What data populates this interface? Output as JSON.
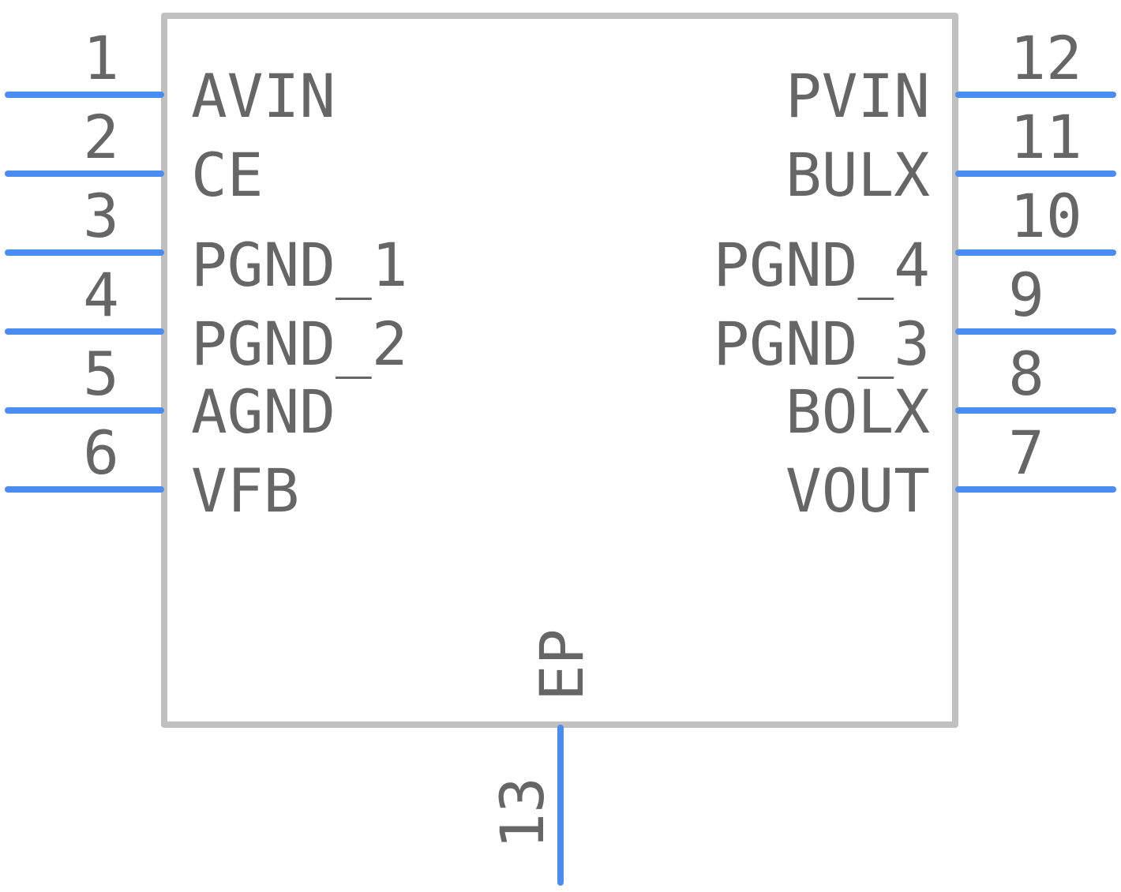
{
  "component": {
    "left_pins": [
      {
        "number": "1",
        "name": "AVIN"
      },
      {
        "number": "2",
        "name": "CE"
      },
      {
        "number": "3",
        "name": "PGND_1"
      },
      {
        "number": "4",
        "name": "PGND_2"
      },
      {
        "number": "5",
        "name": "AGND"
      },
      {
        "number": "6",
        "name": "VFB"
      }
    ],
    "right_pins": [
      {
        "number": "12",
        "name": "PVIN"
      },
      {
        "number": "11",
        "name": "BULX"
      },
      {
        "number": "10",
        "name": "PGND_4"
      },
      {
        "number": "9",
        "name": "PGND_3"
      },
      {
        "number": "8",
        "name": "BOLX"
      },
      {
        "number": "7",
        "name": "VOUT"
      }
    ],
    "bottom_pin": {
      "number": "13",
      "name": "EP"
    }
  },
  "colors": {
    "pin": "#4a8cf0",
    "outline": "#c0c0c0",
    "text": "#666666"
  }
}
